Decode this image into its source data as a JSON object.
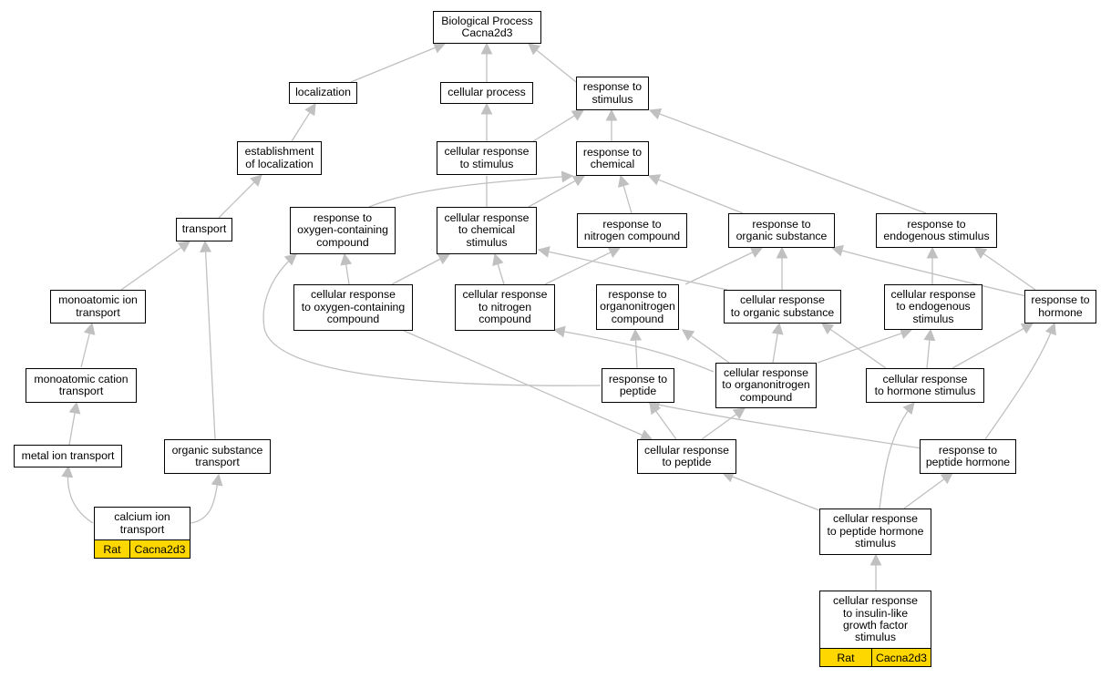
{
  "nodes": {
    "root": "Biological Process\nCacna2d3",
    "localization": "localization",
    "cellular_process": "cellular process",
    "response_to_stimulus": "response to\nstimulus",
    "establishment_of_localization": "establishment\nof localization",
    "cellular_response_to_stimulus": "cellular response\nto stimulus",
    "response_to_chemical": "response to\nchemical",
    "transport": "transport",
    "response_to_oxygen_containing_compound": "response to\noxygen-containing\ncompound",
    "cellular_response_to_chemical_stimulus": "cellular response\nto chemical\nstimulus",
    "response_to_nitrogen_compound": "response to\nnitrogen compound",
    "response_to_organic_substance": "response to\norganic substance",
    "response_to_endogenous_stimulus": "response to\nendogenous stimulus",
    "monoatomic_ion_transport": "monoatomic ion\ntransport",
    "cellular_response_to_oxygen_containing_compound": "cellular response\nto oxygen-containing\ncompound",
    "cellular_response_to_nitrogen_compound": "cellular response\nto nitrogen\ncompound",
    "response_to_organonitrogen_compound": "response to\norganonitrogen\ncompound",
    "cellular_response_to_organic_substance": "cellular response\nto organic substance",
    "cellular_response_to_endogenous_stimulus": "cellular response\nto endogenous\nstimulus",
    "response_to_hormone": "response to\nhormone",
    "monoatomic_cation_transport": "monoatomic cation\ntransport",
    "response_to_peptide": "response to\npeptide",
    "cellular_response_to_organonitrogen_compound": "cellular response\nto organonitrogen\ncompound",
    "cellular_response_to_hormone_stimulus": "cellular response\nto hormone stimulus",
    "metal_ion_transport": "metal ion transport",
    "organic_substance_transport": "organic substance\ntransport",
    "cellular_response_to_peptide": "cellular response\nto peptide",
    "response_to_peptide_hormone": "response to\npeptide hormone",
    "calcium_ion_transport": "calcium ion\ntransport",
    "cellular_response_to_peptide_hormone_stimulus": "cellular response\nto peptide hormone\nstimulus",
    "cellular_response_to_insulin_like_growth_factor_stimulus": "cellular response\nto insulin-like\ngrowth factor\nstimulus"
  },
  "annotations": {
    "calcium_ion_transport": {
      "species": "Rat",
      "gene": "Cacna2d3"
    },
    "cellular_response_to_insulin_like_growth_factor_stimulus": {
      "species": "Rat",
      "gene": "Cacna2d3"
    }
  },
  "colors": {
    "edge": "#c0c0c0",
    "annotation_fill": "#ffd700",
    "border": "#000000"
  }
}
